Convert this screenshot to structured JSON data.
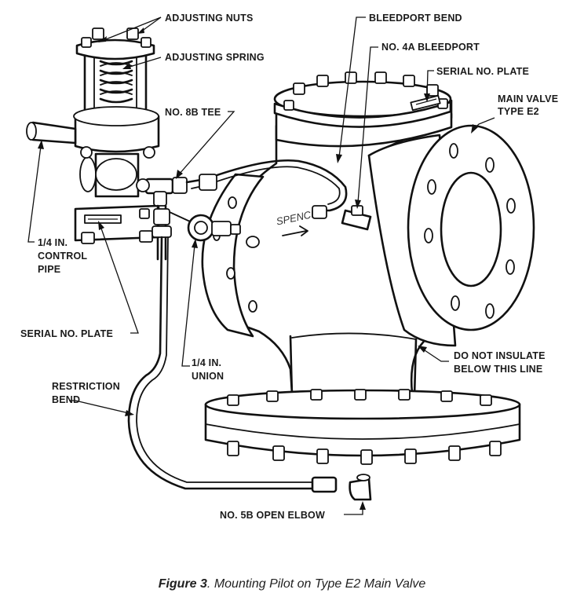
{
  "labels": {
    "adjusting_nuts": "ADJUSTING NUTS",
    "adjusting_spring": "ADJUSTING SPRING",
    "bleedport_bend": "BLEEDPORT BEND",
    "bleedport_4a": "NO. 4A BLEEDPORT",
    "serial_plate_top": "SERIAL NO. PLATE",
    "main_valve_1": "MAIN VALVE",
    "main_valve_2": "TYPE E2",
    "tee_8b": "NO. 8B TEE",
    "control_pipe_1": "1/4 IN.",
    "control_pipe_2": "CONTROL",
    "control_pipe_3": "PIPE",
    "serial_plate_left": "SERIAL NO. PLATE",
    "union_1": "1/4 IN.",
    "union_2": "UNION",
    "insulate_1": "DO NOT INSULATE",
    "insulate_2": "BELOW THIS LINE",
    "restriction_1": "RESTRICTION",
    "restriction_2": "BEND",
    "elbow_5b": "NO. 5B OPEN ELBOW",
    "body_marking": "SPENCE"
  },
  "caption": {
    "figure_label": "Figure 3",
    "text": ". Mounting Pilot on Type E2 Main Valve"
  }
}
